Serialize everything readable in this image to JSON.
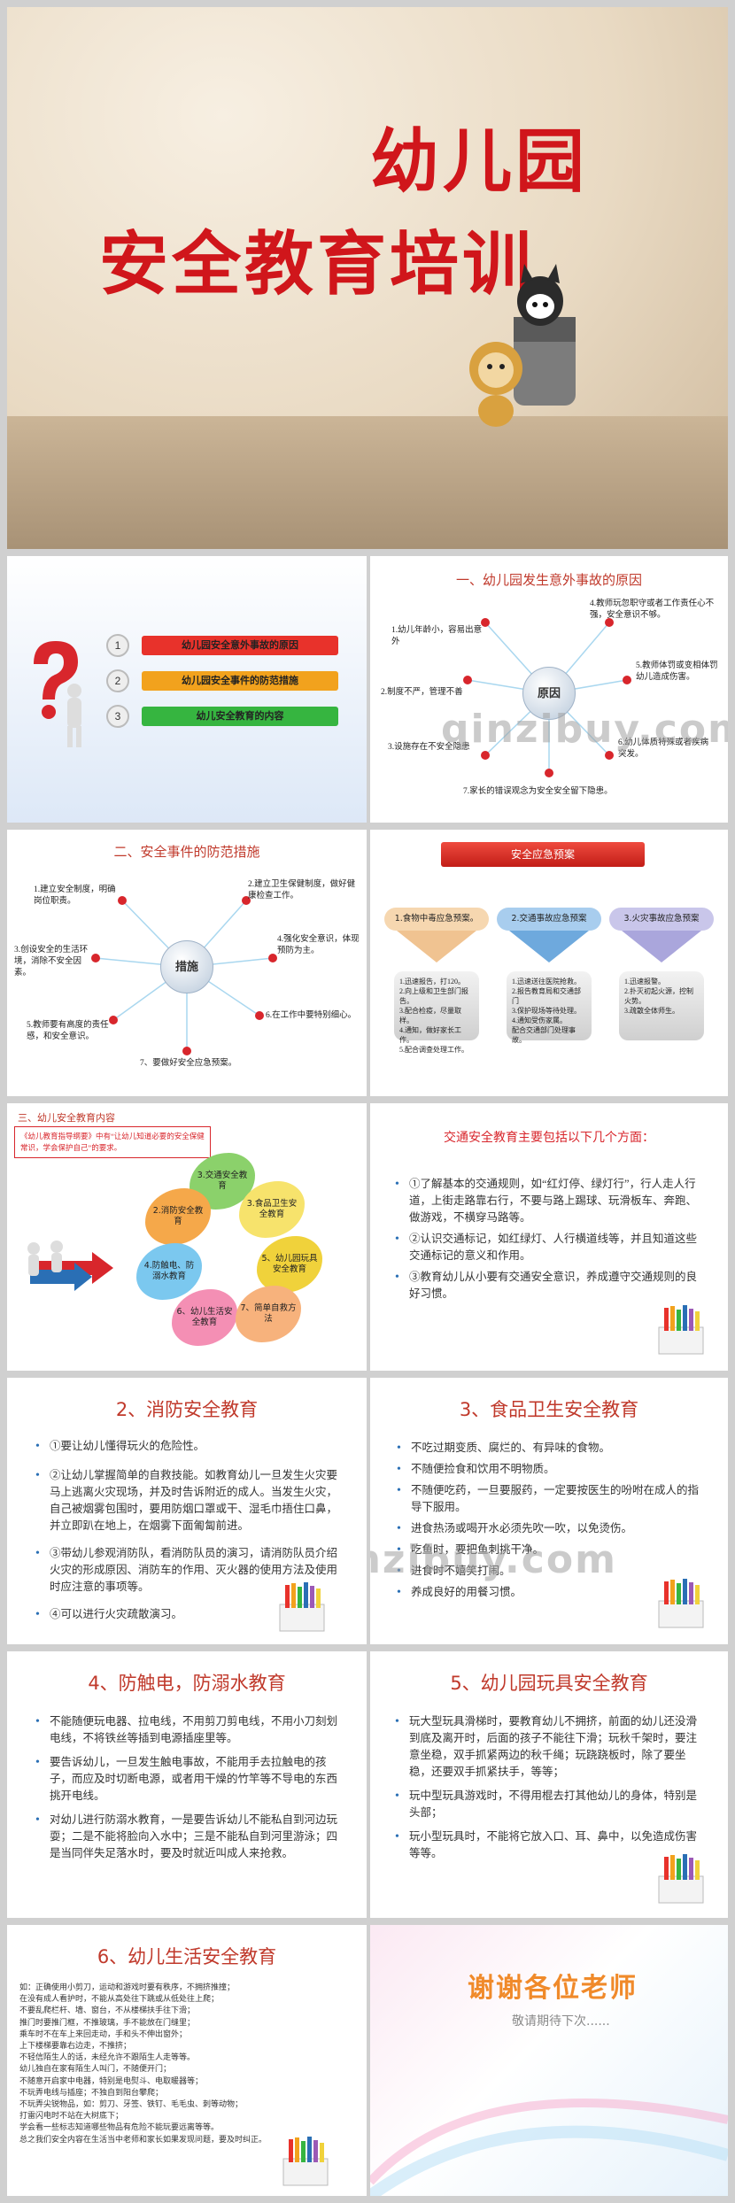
{
  "cover": {
    "title_line1": "幼儿园",
    "title_line2": "安全教育培训"
  },
  "watermark": "qinzibuy.com",
  "agenda": {
    "items": [
      {
        "num": "1",
        "label": "幼儿园安全意外事故的原因",
        "color": "#e8322b"
      },
      {
        "num": "2",
        "label": "幼儿园安全事件的防范措施",
        "color": "#f2a21d"
      },
      {
        "num": "3",
        "label": "幼儿安全教育的内容",
        "color": "#36b540"
      }
    ]
  },
  "causes": {
    "title": "一、幼儿园发生意外事故的原因",
    "hub": "原因",
    "items": [
      "1.幼儿年龄小，容易出意外",
      "4.教师玩忽职守或者工作责任心不强，安全意识不够。",
      "2.制度不严，管理不善",
      "5.教师体罚或变相体罚幼儿造成伤害。",
      "3.设施存在不安全隐患",
      "6.幼儿体质特殊或者疾病突发。",
      "7.家长的错误观念为安全安全留下隐患。"
    ]
  },
  "measures": {
    "title": "二、安全事件的防范措施",
    "hub": "措施",
    "items": [
      "1.建立安全制度，明确岗位职责。",
      "2.建立卫生保健制度，做好健康检查工作。",
      "3.创设安全的生活环境，消除不安全因素。",
      "4.强化安全意识，体现预防为主。",
      "5.教师要有高度的责任感，和安全意识。",
      "6.在工作中要特别细心。",
      "7、要做好安全应急预案。"
    ]
  },
  "plan": {
    "title": "安全应急预案",
    "columns": [
      {
        "head": "1.食物中毒应急预案。",
        "color": "#f6d7b0",
        "lines": [
          "1.迅速报告，打120。",
          "2.向上级和卫生部门报告。",
          "3.配合检疫，尽量取样。",
          "4.通知，做好家长工作。",
          "5.配合调查处理工作。"
        ]
      },
      {
        "head": "2.交通事故应急预案",
        "color": "#a8cdee",
        "lines": [
          "1.迅速送往医院抢救。",
          "2.报告教育局和交通部门",
          "3.保护现场等待处理。",
          "4.通知受伤家属。",
          "配合交通部门处理事故。"
        ]
      },
      {
        "head": "3.火灾事故应急预案",
        "color": "#c9c6ea",
        "lines": [
          "1.迅速报警。",
          "2.扑灭初起火源，控制火势。",
          "3.疏散全体师生。"
        ]
      }
    ]
  },
  "content": {
    "title": "三、幼儿安全教育内容",
    "note": "《幼儿教育指导纲要》中有“让幼儿知道必要的安全保健常识，学会保护自己”的要求。",
    "petals": [
      "3.交通安全教育",
      "2.消防安全教育",
      "3.食品卫生安全教育",
      "4.防触电、防溺水教育",
      "5、幼儿园玩具安全教育",
      "6、幼儿生活安全教育",
      "7、简单自救方法"
    ]
  },
  "traffic": {
    "title": "交通安全教育主要包括以下几个方面：",
    "items": [
      "①了解基本的交通规则，如“红灯停、绿灯行”，行人走人行道，上街走路靠右行，不要与路上踢球、玩滑板车、奔跑、做游戏，不横穿马路等。",
      "②认识交通标记，如红绿灯、人行横道线等，并且知道这些交通标记的意义和作用。",
      "③教育幼儿从小要有交通安全意识，养成遵守交通规则的良好习惯。"
    ]
  },
  "fire": {
    "title": "2、消防安全教育",
    "items": [
      "①要让幼儿懂得玩火的危险性。",
      "②让幼儿掌握简单的自救技能。如教育幼儿一旦发生火灾要马上逃离火灾现场，并及时告诉附近的成人。当发生火灾，自己被烟雾包围时，要用防烟口罩或干、湿毛巾捂住口鼻，并立即趴在地上，在烟雾下面匍匐前进。",
      "③带幼儿参观消防队，看消防队员的演习，请消防队员介绍火灾的形成原因、消防车的作用、灭火器的使用方法及使用时应注意的事项等。",
      "④可以进行火灾疏散演习。"
    ]
  },
  "food": {
    "title": "3、食品卫生安全教育",
    "items": [
      "不吃过期变质、腐烂的、有异味的食物。",
      "不随便捡食和饮用不明物质。",
      "不随便吃药，一旦要服药，一定要按医生的吩咐在成人的指导下服用。",
      "进食热汤或喝开水必须先吹一吹，以免烫伤。",
      "吃鱼时，要把鱼刺挑干净。",
      "进食时不嬉笑打闹。",
      "养成良好的用餐习惯。"
    ]
  },
  "elec": {
    "title": "4、防触电，防溺水教育",
    "items": [
      "不能随便玩电器、拉电线，不用剪刀剪电线，不用小刀刻划电线，不将铁丝等插到电源插座里等。",
      "要告诉幼儿，一旦发生触电事故，不能用手去拉触电的孩子，而应及时切断电源，或者用干燥的竹竿等不导电的东西挑开电线。",
      "对幼儿进行防溺水教育，一是要告诉幼儿不能私自到河边玩耍；二是不能将脸向入水中；三是不能私自到河里游泳；四是当同伴失足落水时，要及时就近叫成人来抢救。"
    ]
  },
  "toy": {
    "title": "5、幼儿园玩具安全教育",
    "items": [
      "玩大型玩具滑梯时，要教育幼儿不拥挤，前面的幼儿还没滑到底及离开时，后面的孩子不能往下滑；玩秋千架时，要注意坐稳，双手抓紧两边的秋千绳；玩跷跷板时，除了要坐稳，还要双手抓紧扶手，等等；",
      "玩中型玩具游戏时，不得用棍去打其他幼儿的身体，特别是头部；",
      "玩小型玩具时，不能将它放入口、耳、鼻中，以免造成伤害等等。"
    ]
  },
  "life": {
    "title": "6、幼儿生活安全教育",
    "lines": [
      "如：正确使用小剪刀，运动和游戏时要有秩序，不拥挤推撞；",
      "在没有成人看护时，不能从高处往下跳或从低处往上爬；",
      "不要乱爬栏杆、墙、窗台，不从楼梯扶手往下滑；",
      "推门时要推门框，不推玻璃，手不能放在门缝里；",
      "乘车时不在车上来回走动，手和头不伸出窗外；",
      "上下楼梯要靠右边走，不推挤；",
      "不轻信陌生人的话，未经允许不跟陌生人走等等。",
      "幼儿独自在家有陌生人叫门，不随便开门；",
      "不随意开启家中电器，特别是电熨斗、电取暖器等；",
      "不玩弄电线与插座；不独自到阳台攀爬；",
      "不玩弄尖锐物品，如：剪刀、牙签、铁钉、毛毛虫、刺等动物；",
      "打雷闪电时不站在大树底下；",
      "学会看一些标志知道哪些物品有危险不能玩要远离等等。",
      "总之我们安全内容在生活当中老师和家长如果发现问题，要及时纠正。"
    ]
  },
  "thanks": {
    "title": "谢谢各位老师",
    "subtitle": "敬请期待下次......"
  }
}
